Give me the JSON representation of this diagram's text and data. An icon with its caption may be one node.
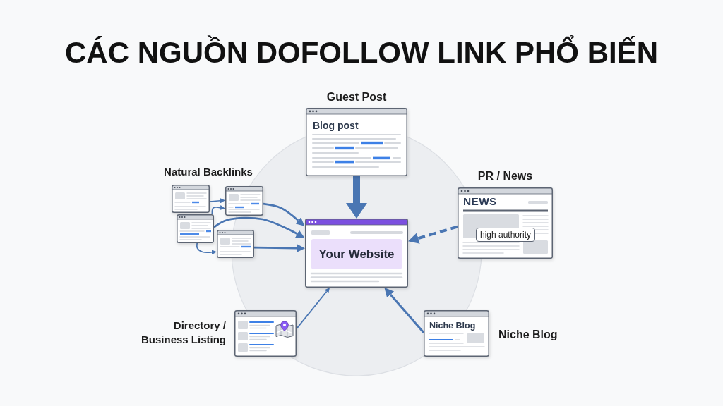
{
  "diagram": {
    "title": "CÁC NGUỒN DOFOLLOW LINK PHỔ BIẾN",
    "nodes": [
      {
        "text": [
          "Guest Post",
          "Blog post"
        ]
      },
      {
        "text": [],
        "shape": "box"
      },
      {
        "text": [],
        "shape": "box"
      },
      {
        "text": [],
        "shape": "box"
      },
      {
        "text": [],
        "shape": "box"
      },
      {
        "text": [
          "PR / News",
          "NEWS"
        ]
      },
      {
        "text": [
          "high authority"
        ],
        "in": 5
      },
      {
        "text": [
          "Your Website"
        ]
      },
      {
        "text": [],
        "shape": "box",
        "beside": [
          "Directory / Business Listing"
        ]
      },
      {
        "text": [
          "Niche Blog"
        ],
        "beside": [
          "Niche Blog"
        ]
      }
    ],
    "edges": [
      {
        "from": 0,
        "to": 7,
        "arrow": "to",
        "style": "thick"
      },
      {
        "from": 1,
        "to": 2,
        "arrow": "to"
      },
      {
        "from": 3,
        "to": 2,
        "arrow": "to"
      },
      {
        "from": 3,
        "to": 4,
        "arrow": "to"
      },
      {
        "from": 2,
        "to": 7,
        "arrow": "to"
      },
      {
        "from": 3,
        "to": 7,
        "arrow": "to"
      },
      {
        "from": 4,
        "to": 7,
        "arrow": "to"
      },
      {
        "from": 5,
        "to": 7,
        "arrow": "to",
        "style": "dashed"
      },
      {
        "from": 8,
        "to": 7,
        "arrow": "to"
      },
      {
        "from": 9,
        "to": 7,
        "arrow": "to"
      }
    ],
    "labels": [
      "Natural Backlinks"
    ]
  }
}
